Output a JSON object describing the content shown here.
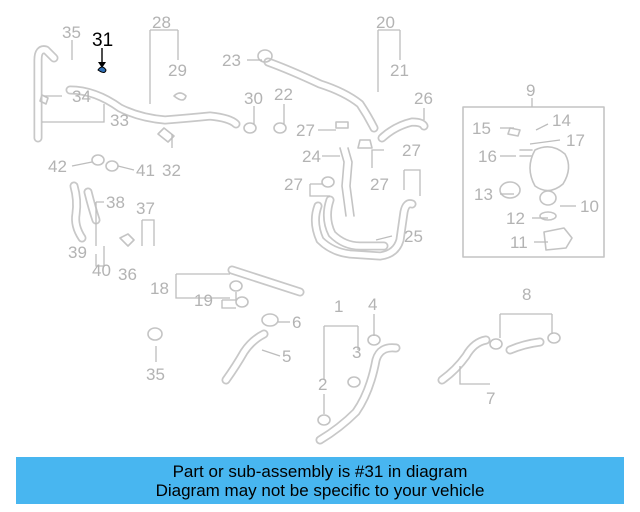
{
  "diagram": {
    "highlighted_part": "31",
    "labels": {
      "p35a": "35",
      "p31": "31",
      "p28": "28",
      "p29": "29",
      "p23": "23",
      "p20": "20",
      "p21": "21",
      "p34": "34",
      "p33": "33",
      "p30": "30",
      "p22": "22",
      "p26": "26",
      "p9": "9",
      "p14": "14",
      "p15": "15",
      "p17": "17",
      "p16": "16",
      "p27a": "27",
      "p27b": "27",
      "p27c": "27",
      "p27d": "27",
      "p24": "24",
      "p42": "42",
      "p41": "41",
      "p32": "32",
      "p13": "13",
      "p10": "10",
      "p12": "12",
      "p11": "11",
      "p38": "38",
      "p37": "37",
      "p39": "39",
      "p40": "40",
      "p36": "36",
      "p25": "25",
      "p18": "18",
      "p19": "19",
      "p8": "8",
      "p1": "1",
      "p4": "4",
      "p6": "6",
      "p5": "5",
      "p3": "3",
      "p35b": "35",
      "p2": "2",
      "p7": "7"
    }
  },
  "banner": {
    "line1": "Part or sub-assembly is #31 in diagram",
    "line2": "Diagram may not be specific to your vehicle",
    "color": "#48b6f0"
  }
}
